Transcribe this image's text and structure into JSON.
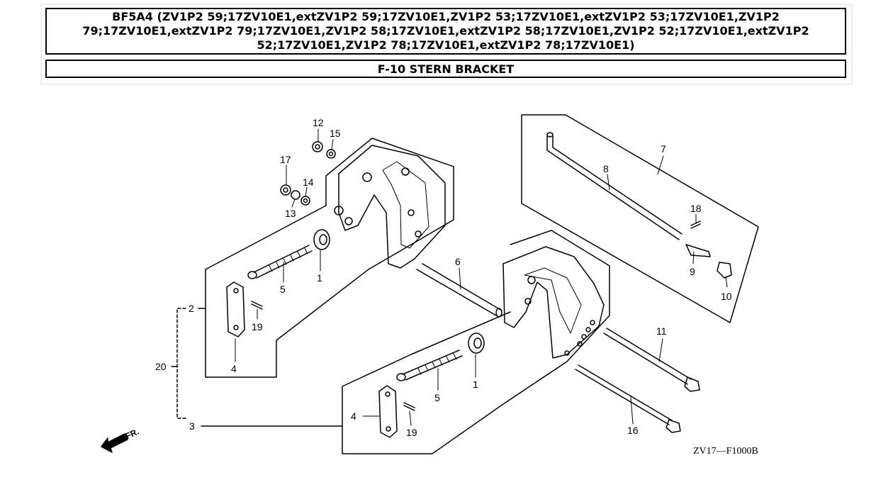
{
  "header": {
    "model_title": "BF5A4 (ZV1P2 59;17ZV10E1,extZV1P2 59;17ZV10E1,ZV1P2 53;17ZV10E1,extZV1P2 53;17ZV10E1,ZV1P2 79;17ZV10E1,extZV1P2 79;17ZV10E1,ZV1P2 58;17ZV10E1,extZV1P2 58;17ZV10E1,ZV1P2 52;17ZV10E1,extZV1P2 52;17ZV10E1,ZV1P2 78;17ZV10E1,extZV1P2 78;17ZV10E1)",
    "section_title": "F-10 STERN BRACKET"
  },
  "diagram": {
    "front_marker": "FR.",
    "drawing_code": "ZV17—F1000B",
    "callouts": {
      "c1a": "1",
      "c1b": "1",
      "c2": "2",
      "c3": "3",
      "c4a": "4",
      "c4b": "4",
      "c5a": "5",
      "c5b": "5",
      "c6": "6",
      "c7": "7",
      "c8": "8",
      "c9": "9",
      "c10": "10",
      "c11": "11",
      "c12": "12",
      "c13": "13",
      "c14": "14",
      "c15": "15",
      "c16": "16",
      "c17": "17",
      "c18": "18",
      "c19a": "19",
      "c19b": "19",
      "c20": "20"
    }
  }
}
